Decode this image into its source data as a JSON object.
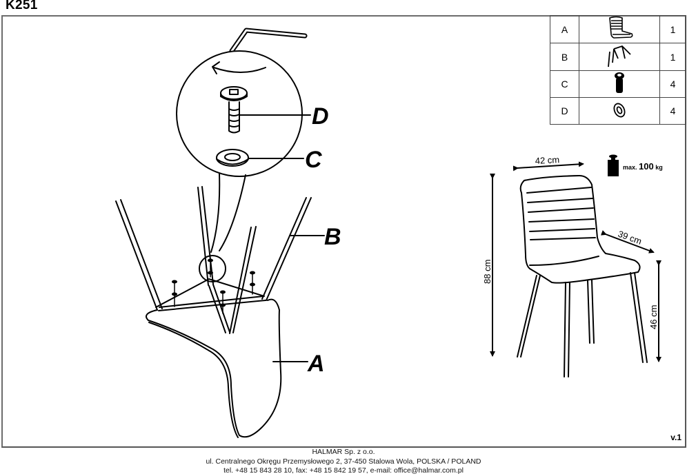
{
  "document": {
    "title": "K251",
    "version": "v.1"
  },
  "assembly": {
    "labels": {
      "seat": "A",
      "legs": "B",
      "washer": "C",
      "bolt": "D"
    },
    "icons": [
      "allen-key-icon",
      "rotate-arrow-icon",
      "bolt-icon",
      "washer-icon",
      "chair-seat-icon",
      "chair-legs-icon"
    ]
  },
  "parts_table": {
    "rows": [
      {
        "letter": "A",
        "icon": "chair-seat-icon",
        "qty": "1"
      },
      {
        "letter": "B",
        "icon": "chair-legs-icon",
        "qty": "1"
      },
      {
        "letter": "C",
        "icon": "bolt-icon",
        "qty": "4"
      },
      {
        "letter": "D",
        "icon": "washer-icon",
        "qty": "4"
      }
    ]
  },
  "dimensions": {
    "width": "42 cm",
    "depth": "39 cm",
    "height": "88 cm",
    "seat_height": "46 cm",
    "max_load_prefix": "max.",
    "max_load_value": "100",
    "max_load_unit": "kg"
  },
  "footer": {
    "company": "HALMAR Sp. z o.o.",
    "address": "ul. Centralnego Okręgu Przemysłowego 2, 37-450 Stalowa Wola, POLSKA / POLAND",
    "contact": "tel. +48 15 843 28 10, fax: +48 15 842 19 57, e-mail: office@halmar.com.pl"
  }
}
